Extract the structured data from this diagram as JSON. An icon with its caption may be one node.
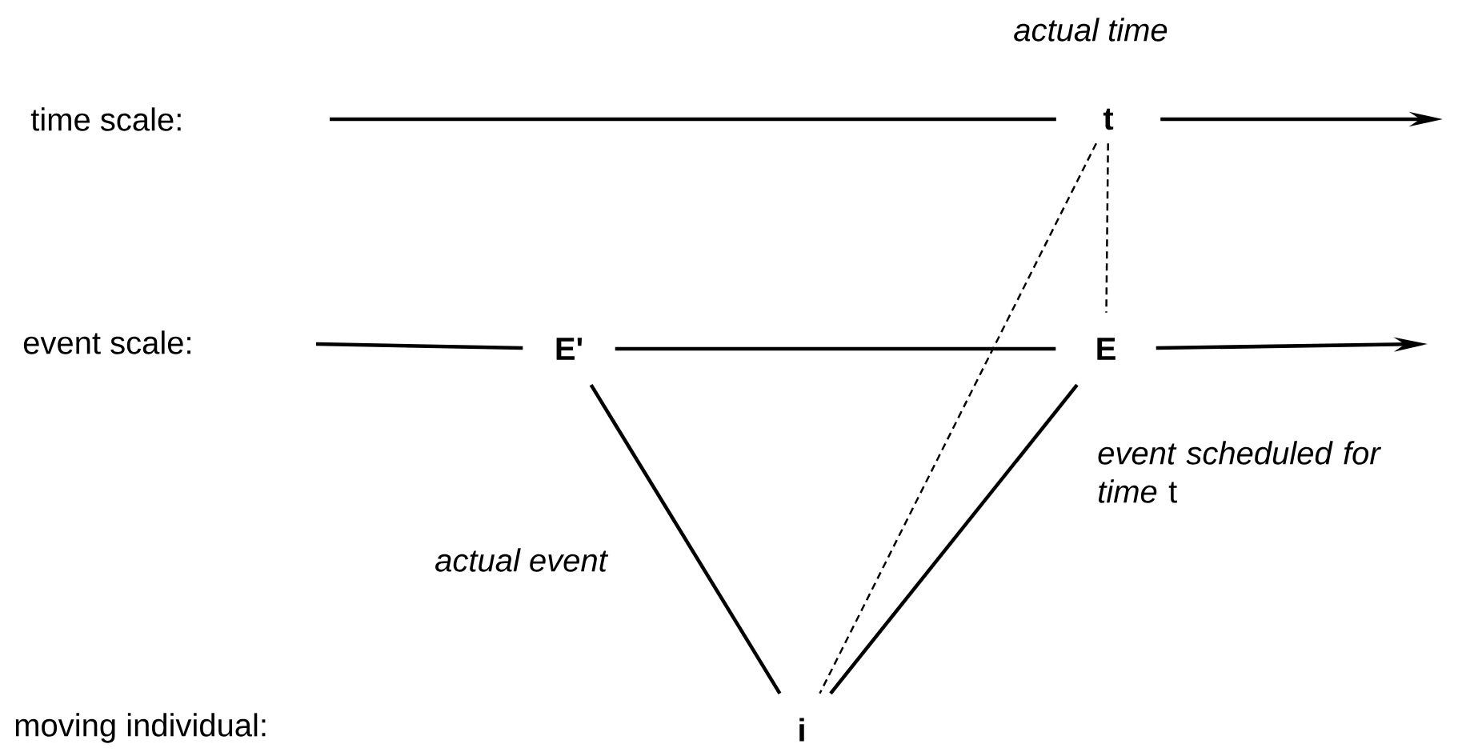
{
  "diagram": {
    "nodes": [
      {
        "text": [
          "t"
        ],
        "beside": [
          "actual time"
        ]
      },
      {
        "text": [
          "E'"
        ]
      },
      {
        "text": [
          "E"
        ]
      },
      {
        "text": [
          "i"
        ]
      }
    ],
    "edges": [
      {
        "from": null,
        "to": 0,
        "arrow": "none"
      },
      {
        "from": 0,
        "to": null,
        "arrow": "to"
      },
      {
        "from": null,
        "to": 1,
        "arrow": "none"
      },
      {
        "from": 1,
        "to": 2,
        "arrow": "none"
      },
      {
        "from": 2,
        "to": null,
        "arrow": "to"
      },
      {
        "from": 0,
        "to": 2,
        "arrow": "none",
        "style": "dashed"
      },
      {
        "from": 0,
        "to": 3,
        "arrow": "none",
        "style": "dashed"
      },
      {
        "from": 1,
        "to": 3,
        "arrow": "none",
        "label": "actual event"
      },
      {
        "from": 2,
        "to": 3,
        "arrow": "none",
        "label": "*event scheduled for time* t"
      }
    ],
    "labels": [
      "time scale:",
      "event scale:",
      "moving individual:"
    ]
  }
}
